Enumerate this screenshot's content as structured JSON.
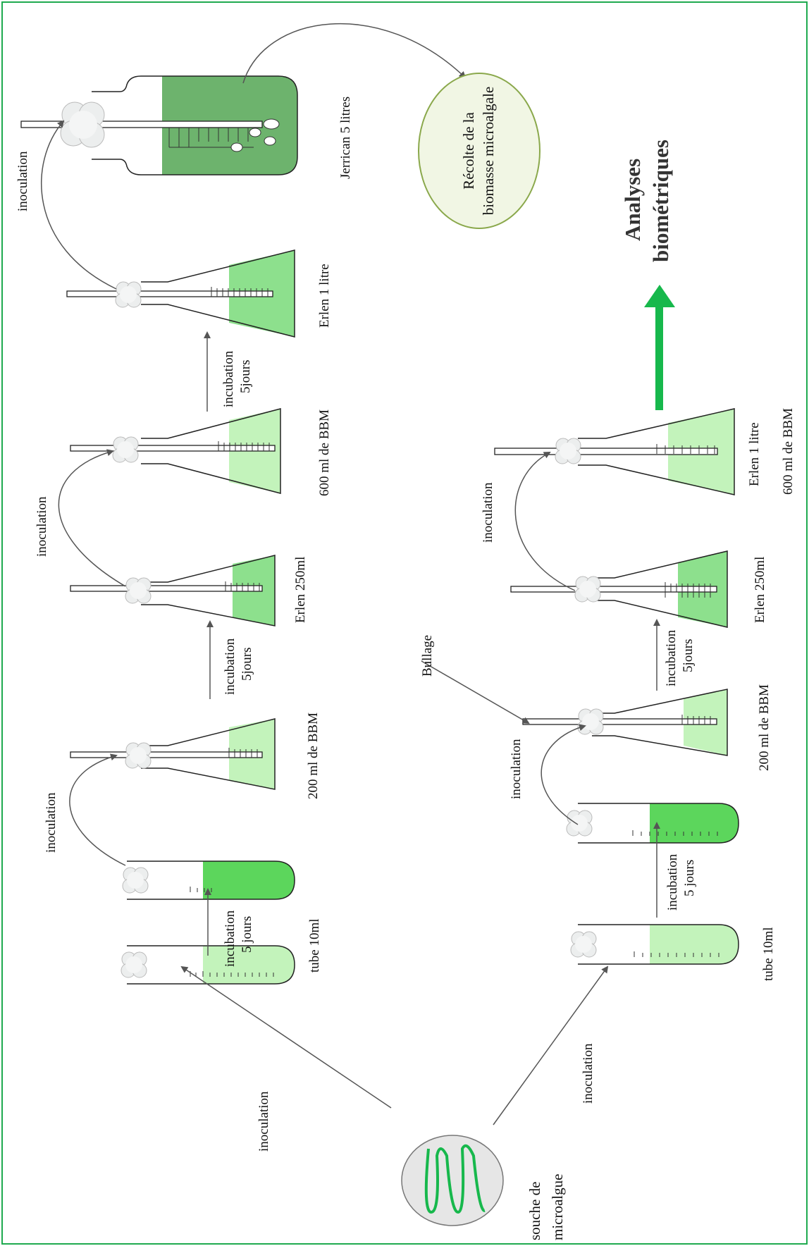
{
  "colors": {
    "frame": "#1faa4f",
    "light_green": "#c3f3bb",
    "mid_green": "#8de08d",
    "tube_green": "#5cd65c",
    "dark_green": "#6db36d",
    "arrow_green": "#17b84c",
    "strain_oval_fill": "#e6e6e6",
    "harvest_oval_fill": "#f1f6e4",
    "harvest_oval_stroke": "#8aa84b"
  },
  "labels": {
    "strain": [
      "souche de",
      "microalgue"
    ],
    "inoculation": "inoculation",
    "incubation_5_jours": [
      "incubation",
      "5 jours"
    ],
    "incubation_5jours": [
      "incubation",
      "5jours"
    ],
    "tube_10ml": "tube 10ml",
    "bbm_200": "200 ml de BBM",
    "erlen_250": "Erlen 250ml",
    "bbm_600": "600 ml de BBM",
    "erlen_1l": "Erlen 1 litre",
    "erlen_1l_bbm": [
      "Erlen 1 litre",
      "600 ml de BBM"
    ],
    "jerrican": "Jerrican 5 litres",
    "harvest": [
      "Récolte de la",
      "biomasse microalgale"
    ],
    "bullage": "Bullage",
    "analyses": [
      "Analyses",
      "biométriques"
    ]
  }
}
